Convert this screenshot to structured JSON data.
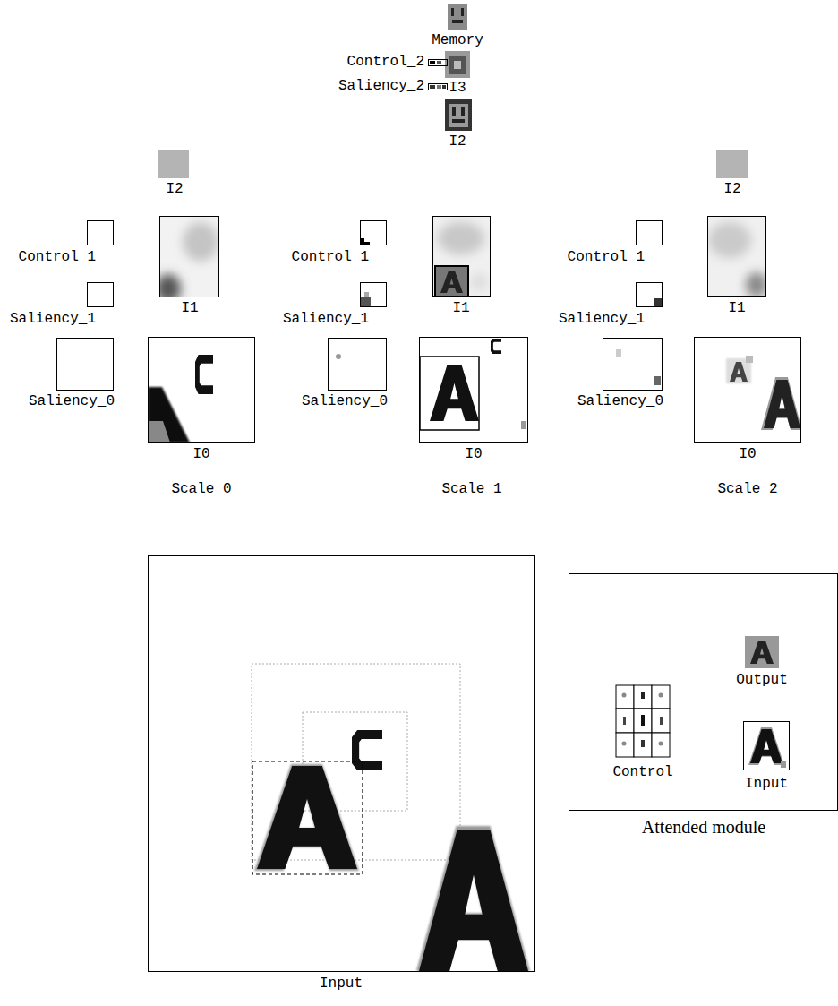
{
  "diagram": {
    "nodes": [
      {
        "text": [
          "Memory"
        ]
      },
      {
        "text": [
          "I3"
        ]
      },
      {
        "text": [
          "Control_2"
        ]
      },
      {
        "text": [
          "Saliency_2"
        ]
      },
      {
        "text": [
          "I2"
        ]
      },
      {
        "text": [
          "I2"
        ]
      },
      {
        "text": [
          "I2"
        ]
      },
      {
        "text": [
          "Control_1"
        ]
      },
      {
        "text": [
          "I1"
        ]
      },
      {
        "text": [
          "Saliency_1"
        ]
      },
      {
        "text": [
          "Saliency_0"
        ]
      },
      {
        "text": [
          "I0"
        ]
      },
      {
        "text": [
          "Control_1"
        ]
      },
      {
        "text": [
          "I1"
        ]
      },
      {
        "text": [
          "Saliency_1"
        ]
      },
      {
        "text": [
          "Saliency_0"
        ]
      },
      {
        "text": [
          "I0"
        ]
      },
      {
        "text": [
          "Control_1"
        ]
      },
      {
        "text": [
          "I1"
        ]
      },
      {
        "text": [
          "Saliency_1"
        ]
      },
      {
        "text": [
          "Saliency_0"
        ]
      },
      {
        "text": [
          "I0"
        ]
      },
      {
        "text": [
          "Input"
        ]
      },
      {
        "text": [
          "Attended module"
        ]
      },
      {
        "text": [
          "Control"
        ],
        "in": 23
      },
      {
        "text": [
          "Output"
        ],
        "in": 23
      },
      {
        "text": [
          "Input"
        ],
        "in": 23
      }
    ],
    "labels": [
      "Scale 0",
      "Scale 1",
      "Scale 2"
    ]
  }
}
